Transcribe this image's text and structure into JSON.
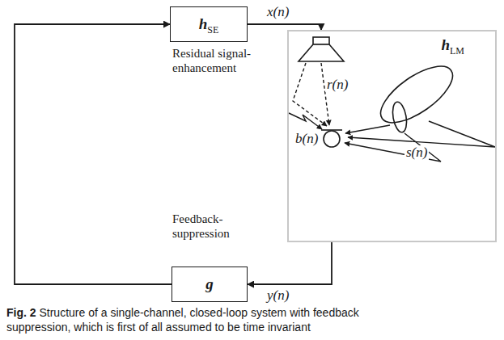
{
  "diagram": {
    "caption": "Fig. 2 Structure of a single-channel, closed-loop system with feedback suppression, which is first of all assumed to be time invariant",
    "nodes": [
      {
        "text": [
          "hSE"
        ]
      },
      {
        "text": [
          "hLM"
        ]
      },
      {
        "text": [
          "g"
        ]
      }
    ],
    "edges": [
      {
        "from": 0,
        "to": 1,
        "arrow": "to",
        "label": "x(n)"
      },
      {
        "from": 1,
        "to": 2,
        "arrow": "to",
        "label": "y(n)"
      },
      {
        "from": 2,
        "to": 0,
        "arrow": "to"
      }
    ],
    "labels": [
      "Residual signal- enhancement",
      "r(n)",
      "b(n)",
      "s(n)",
      "Feedback- suppression"
    ]
  }
}
